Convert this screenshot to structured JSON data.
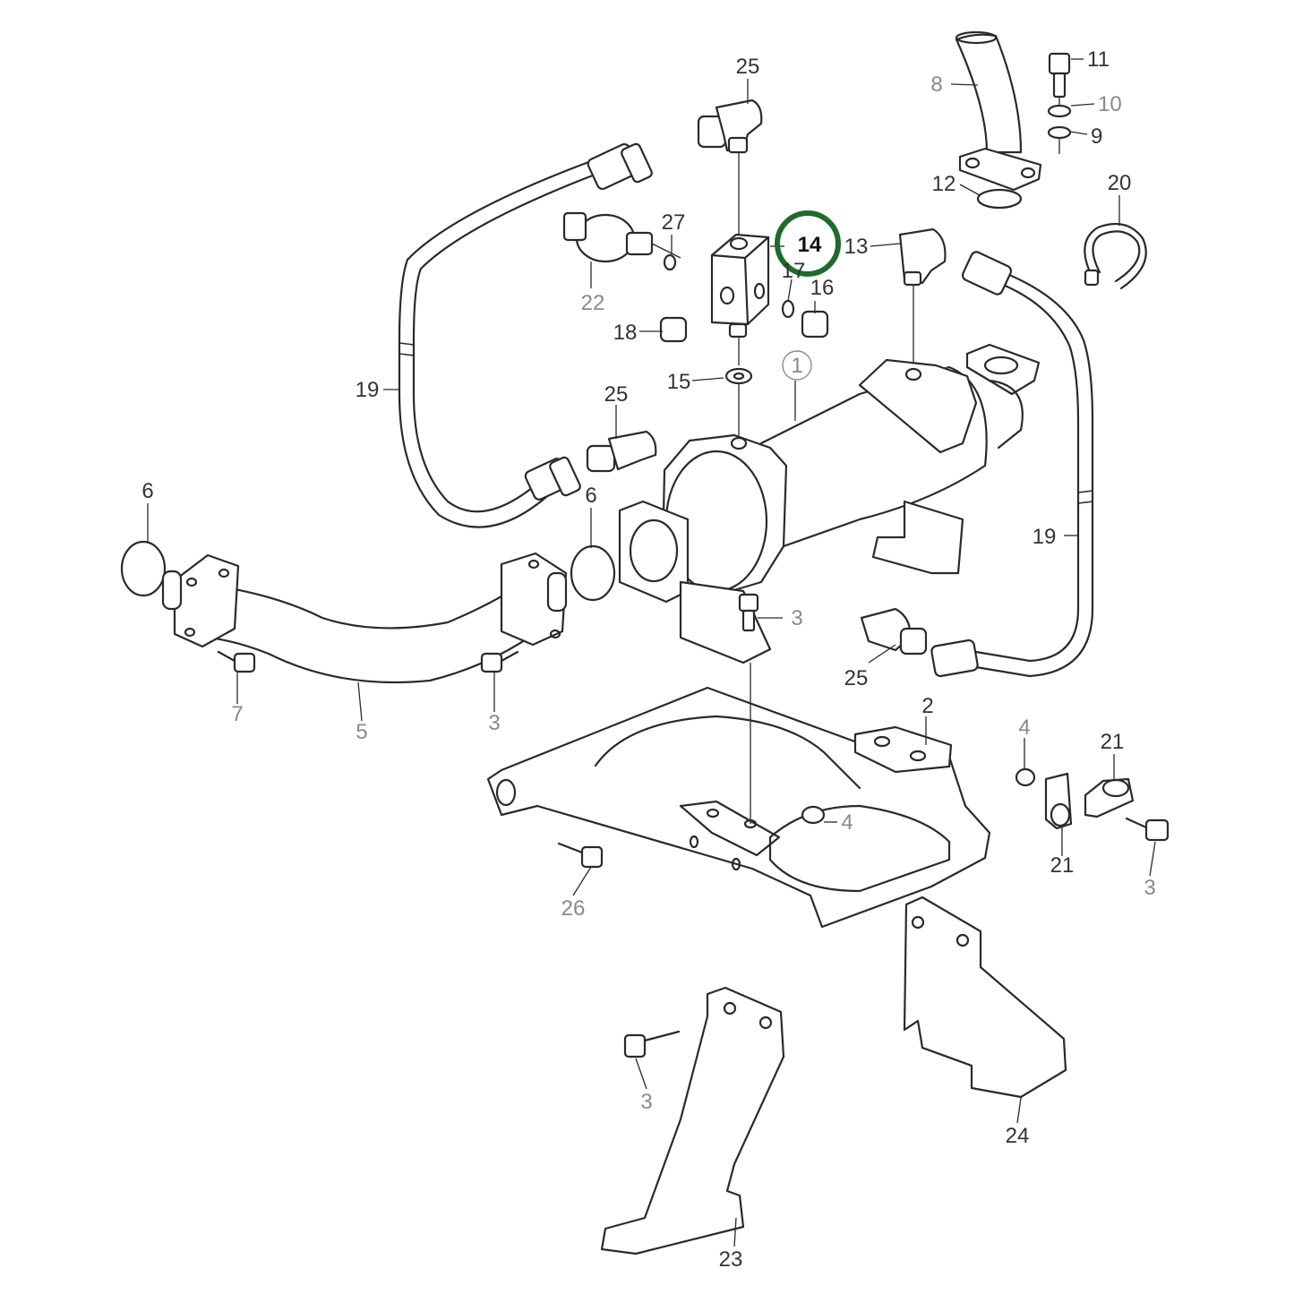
{
  "diagram": {
    "highlight_color": "#1e6b2a",
    "line_color": "#2a2a2a",
    "callouts": [
      {
        "label": "25",
        "tone": "dark"
      },
      {
        "label": "11",
        "tone": "dark"
      },
      {
        "label": "8",
        "tone": "grey"
      },
      {
        "label": "10",
        "tone": "grey"
      },
      {
        "label": "9",
        "tone": "dark"
      },
      {
        "label": "12",
        "tone": "dark"
      },
      {
        "label": "20",
        "tone": "dark"
      },
      {
        "label": "27",
        "tone": "dark"
      },
      {
        "label": "14",
        "tone": "highlight"
      },
      {
        "label": "13",
        "tone": "dark"
      },
      {
        "label": "17",
        "tone": "dark"
      },
      {
        "label": "16",
        "tone": "dark"
      },
      {
        "label": "22",
        "tone": "grey"
      },
      {
        "label": "18",
        "tone": "dark"
      },
      {
        "label": "1",
        "tone": "grey"
      },
      {
        "label": "15",
        "tone": "dark"
      },
      {
        "label": "19",
        "tone": "dark"
      },
      {
        "label": "25",
        "tone": "dark"
      },
      {
        "label": "19",
        "tone": "dark"
      },
      {
        "label": "6",
        "tone": "dark"
      },
      {
        "label": "6",
        "tone": "dark"
      },
      {
        "label": "3",
        "tone": "grey"
      },
      {
        "label": "25",
        "tone": "dark"
      },
      {
        "label": "7",
        "tone": "grey"
      },
      {
        "label": "5",
        "tone": "grey"
      },
      {
        "label": "3",
        "tone": "grey"
      },
      {
        "label": "2",
        "tone": "dark"
      },
      {
        "label": "4",
        "tone": "grey"
      },
      {
        "label": "21",
        "tone": "dark"
      },
      {
        "label": "4",
        "tone": "grey"
      },
      {
        "label": "21",
        "tone": "dark"
      },
      {
        "label": "3",
        "tone": "grey"
      },
      {
        "label": "26",
        "tone": "grey"
      },
      {
        "label": "3",
        "tone": "grey"
      },
      {
        "label": "24",
        "tone": "dark"
      },
      {
        "label": "23",
        "tone": "dark"
      }
    ]
  }
}
